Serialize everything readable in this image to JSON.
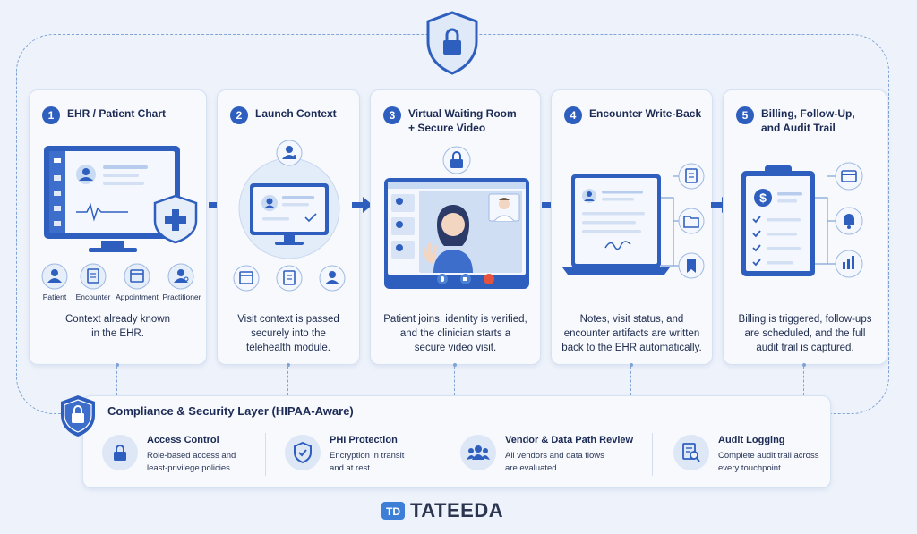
{
  "steps": [
    {
      "number": "1",
      "title": "EHR / Patient Chart",
      "description": "Context already known\nin the EHR.",
      "roles": [
        "Patient",
        "Encounter",
        "Appointment",
        "Practitioner"
      ]
    },
    {
      "number": "2",
      "title": "Launch Context",
      "description": "Visit context is passed\nsecurely into the\ntelehealth module."
    },
    {
      "number": "3",
      "title": "Virtual Waiting Room\n+ Secure Video",
      "description": "Patient joins, identity is verified,\nand the clinician starts a\nsecure video visit."
    },
    {
      "number": "4",
      "title": "Encounter Write-Back",
      "description": "Notes, visit status, and\nencounter artifacts are written\nback to the EHR automatically."
    },
    {
      "number": "5",
      "title": "Billing, Follow-Up,\nand Audit Trail",
      "description": "Billing is triggered, follow-ups\nare scheduled, and the full\naudit trail is captured."
    }
  ],
  "compliance": {
    "title": "Compliance & Security Layer (HIPAA-Aware)",
    "features": [
      {
        "title": "Access Control",
        "description": "Role-based access and\nleast-privilege policies",
        "icon": "lock-icon"
      },
      {
        "title": "PHI Protection",
        "description": "Encryption in transit\nand at rest",
        "icon": "shield-check-icon"
      },
      {
        "title": "Vendor & Data Path Review",
        "description": "All vendors and data flows\nare evaluated.",
        "icon": "people-icon"
      },
      {
        "title": "Audit Logging",
        "description": "Complete audit trail across\nevery touchpoint.",
        "icon": "document-search-icon"
      }
    ]
  },
  "brand": {
    "name": "TATEEDA",
    "mark": "TD"
  },
  "colors": {
    "accent": "#2f5fbe",
    "light_blue": "#dde7f6",
    "background": "#eef3fb",
    "border": "#7fa3d6"
  }
}
